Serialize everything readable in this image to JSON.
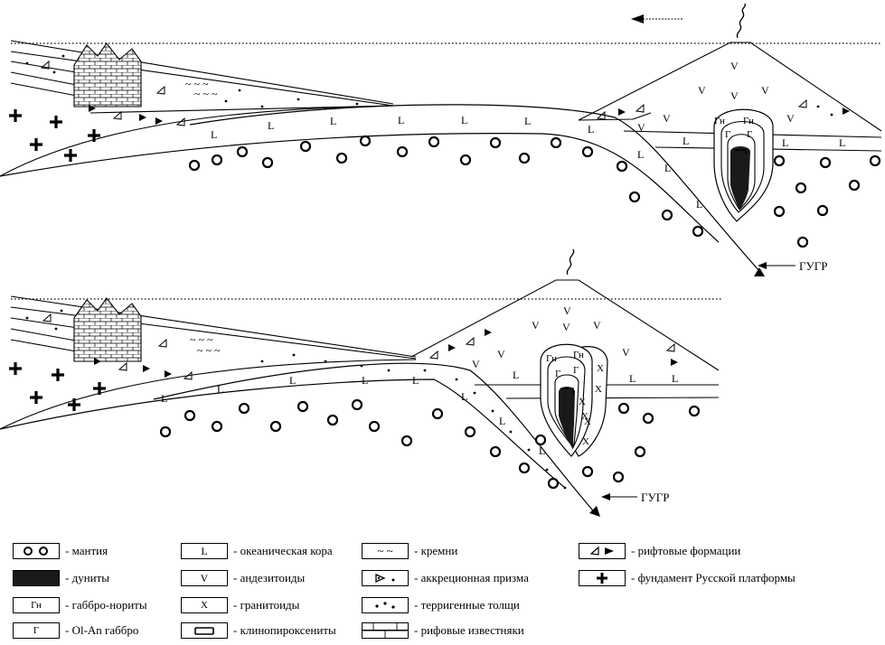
{
  "labels": {
    "gugr_1": "ГУГР",
    "gugr_2": "ГУГР"
  },
  "symbols": {
    "oceanic_crust": "L",
    "andesitoids": "V",
    "granitoids": "X",
    "gabbro_norites": "Гн",
    "ol_an_gabbro": "Г"
  },
  "legend": {
    "mantle": "- мантия",
    "dunites": "- дуниты",
    "gabbro_norites": "- габбро-нориты",
    "ol_an_gabbro": "- Ol-An габбро",
    "oceanic_crust": "- океаническая кора",
    "andesitoids": "- андезитоиды",
    "granitoids": "- гранитоиды",
    "clinopyroxenites": "- клинопироксениты",
    "cherts": "- кремни",
    "accretion_prism": "- аккреционная призма",
    "terrigenous": "- терригенные толщи",
    "reef_limestones": "- рифовые известняки",
    "rift_formations": "- рифтовые формации",
    "russian_platform_basement": "- фундамент Русской платформы"
  },
  "colors": {
    "ink": "#000000",
    "dunite_fill": "#1a1a1a",
    "background": "#ffffff"
  }
}
